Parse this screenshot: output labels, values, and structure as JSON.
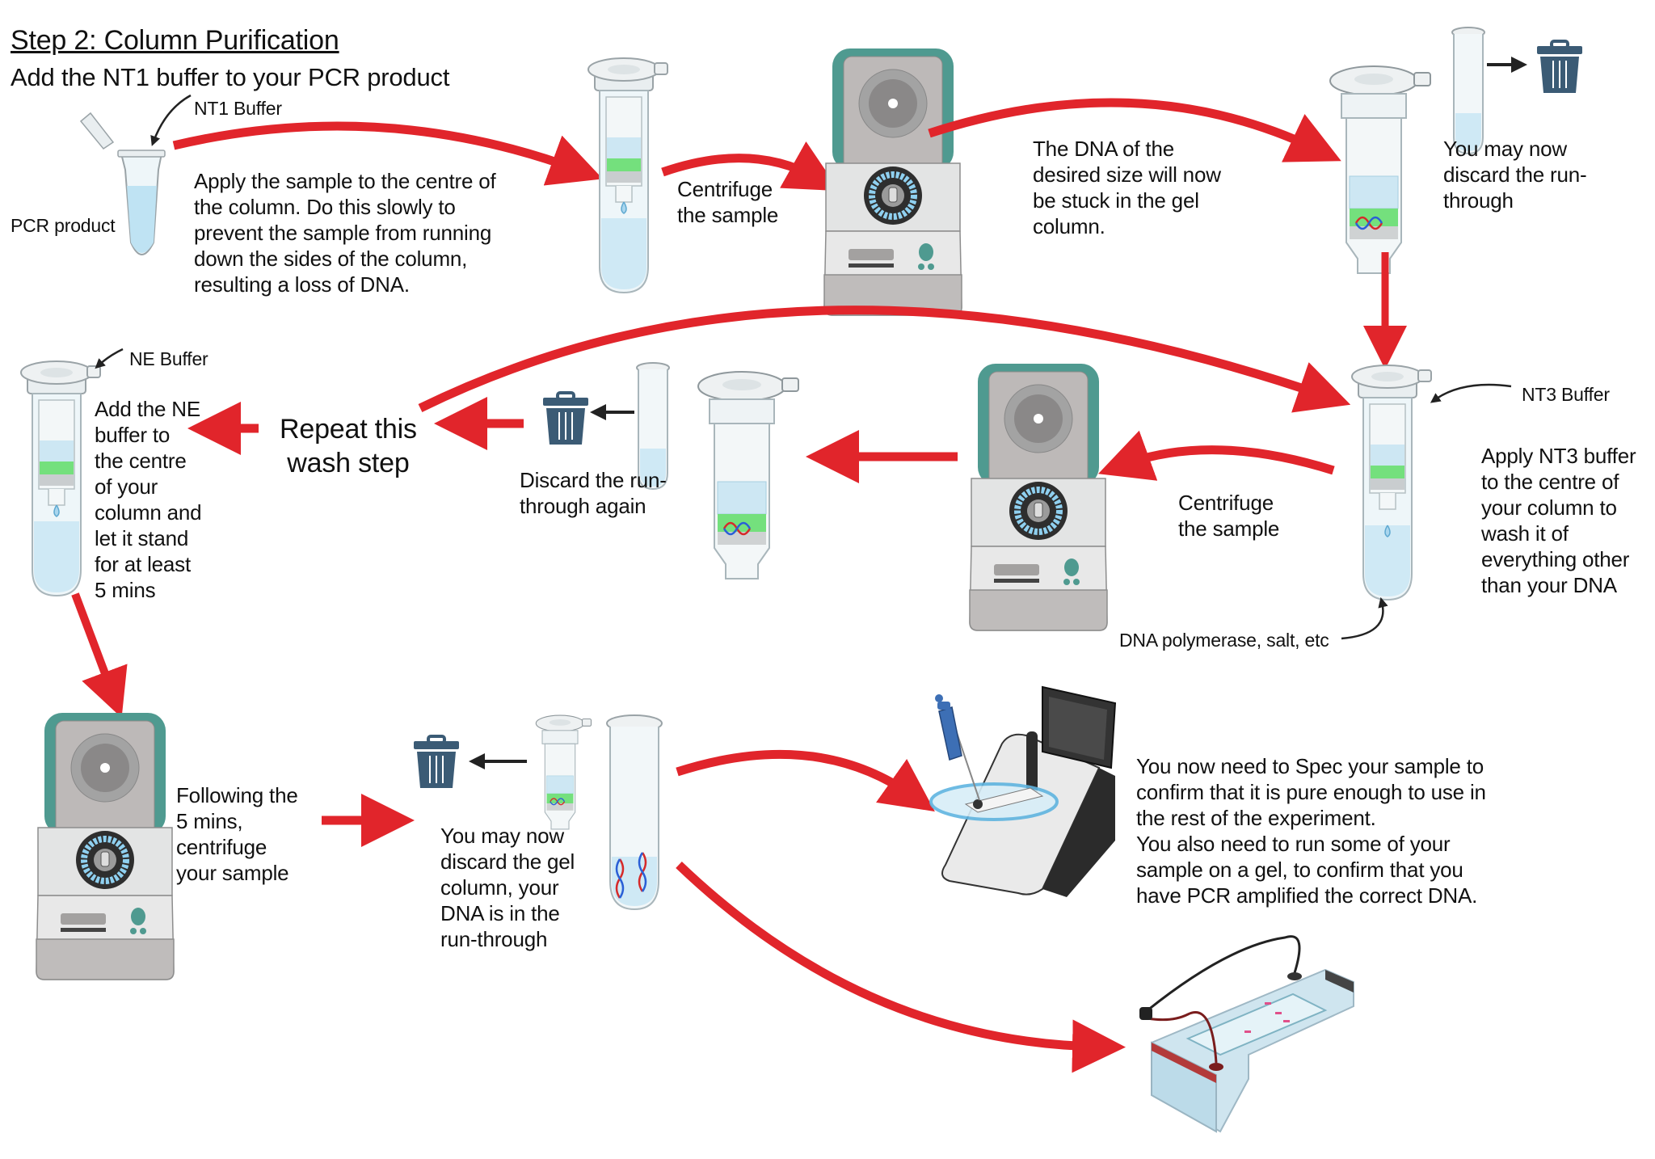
{
  "title": "Step 2: Column Purification",
  "subtitle": "Add the NT1 buffer to your PCR product",
  "colors": {
    "arrow": "#e1252b",
    "centrifuge_lid": "#4f9a90",
    "trash": "#3b5b75",
    "gel": "#6fe07a",
    "liquid": "#bfe3f3"
  },
  "row1": {
    "nt1_label": "NT1 Buffer",
    "pcr_label": "PCR product",
    "apply_text": "Apply the sample to the centre of\nthe column. Do this slowly to\nprevent the sample from running\ndown the sides of the column,\nresulting a loss of DNA.",
    "centrifuge_text": "Centrifuge\nthe sample",
    "stuck_text": "The DNA of the\ndesired size will now\nbe stuck in the gel\ncolumn.",
    "discard_text": "You may now\ndiscard the run-\nthrough"
  },
  "row2": {
    "ne_label": "NE Buffer",
    "ne_text": "Add the NE\nbuffer to\nthe centre\nof your\ncolumn and\nlet it stand\nfor at least\n5 mins",
    "repeat_text": "Repeat this\nwash step",
    "discard_again_text": "Discard the run-\nthrough again",
    "centrifuge_text": "Centrifuge\nthe sample",
    "nt3_label": "NT3 Buffer",
    "nt3_text": "Apply NT3 buffer\nto the centre of\nyour column to\nwash it of\neverything other\nthan your DNA",
    "waste_label": "DNA polymerase, salt, etc"
  },
  "row3": {
    "following_text": "Following the\n5 mins,\ncentrifuge\nyour sample",
    "discard_gel_text": "You may now\ndiscard the gel\ncolumn, your\nDNA is in the\nrun-through",
    "spec_text": "You now need to Spec your sample to\nconfirm that it is pure enough to use in\nthe rest of the experiment.\nYou also need to run some of your\nsample on a gel, to confirm that you\nhave PCR amplified the correct DNA."
  },
  "icons": [
    "microtube-icon",
    "spin-column-icon",
    "centrifuge-icon",
    "trash-icon",
    "dna-icon",
    "spectrophotometer-icon",
    "pipette-icon",
    "gel-electrophoresis-icon"
  ]
}
